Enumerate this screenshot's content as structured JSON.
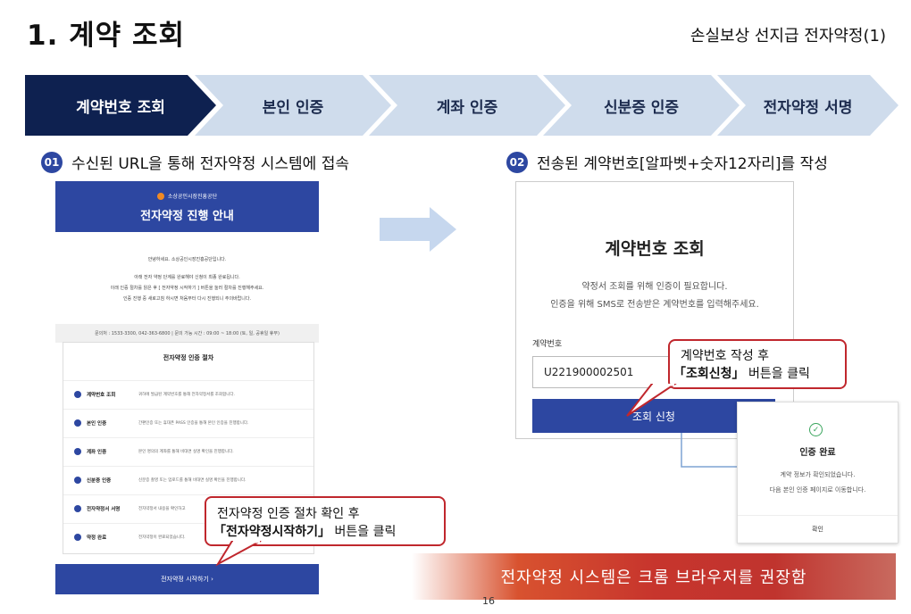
{
  "title": "1. 계약 조회",
  "subtitle": "손실보상 선지급 전자약정(1)",
  "steps": [
    "계약번호 조회",
    "본인 인증",
    "계좌 인증",
    "신분증 인증",
    "전자약정 서명"
  ],
  "section1": {
    "num": "01",
    "text": "수신된 URL을 통해 전자약정 시스템에 접속"
  },
  "section2": {
    "num": "02",
    "text": "전송된 계약번호[알파벳+숫자12자리]를 작성"
  },
  "left_mock": {
    "org": "소상공인시장진흥공단",
    "header_title": "전자약정 진행 안내",
    "greeting": "안녕하세요. 소상공인시장진흥공단입니다.",
    "line1": "아래 전자 약정 단계를 완료해야 신청이 최종 완료됩니다.",
    "line2": "이래 인증 절차를 읽은 후 [ 전자약정 시작하기 ] 버튼을 눌러 절차를 진행해주세요.",
    "line3": "인증 진행 중 새로고침 하시면 처음부터 다시 진행되니 주의바랍니다.",
    "contact": "문의처 : 1533-3300, 042-363-6800  |  문의 가능 시간 : 09:00 ~ 18:00 (토, 일, 공휴일 휴무)",
    "procedure_title": "전자약정 인증 절차",
    "procedure": [
      {
        "name": "계약번호 조회",
        "desc": "귀하에 발급된 계약번호를 통해 전자약정서를 조회합니다."
      },
      {
        "name": "본인 인증",
        "desc": "간편인증 또는 휴대폰 PASS 인증을 통해 본인 인증을 진행합니다."
      },
      {
        "name": "계좌 인증",
        "desc": "본인 명의의 계좌를 통해 비대면 실명 확인을 진행합니다."
      },
      {
        "name": "신분증 인증",
        "desc": "신분증 촬영 또는 업로드를 통해 비대면 실명 확인을 진행합니다."
      },
      {
        "name": "전자약정서 서명",
        "desc": "전자약정서 내용을 확인하고"
      },
      {
        "name": "약정 완료",
        "desc": "전자약정이 완료되었습니다."
      }
    ],
    "start_button": "전자약정 시작하기  ›"
  },
  "right_mock": {
    "title": "계약번호 조회",
    "desc1": "약정서 조회를 위해 인증이 필요합니다.",
    "desc2": "인증을 위해 SMS로 전송받은 계약번호를 입력해주세요.",
    "label": "계약번호",
    "input_value": "U221900002501",
    "button": "조회 신청"
  },
  "popup": {
    "title": "인증 완료",
    "msg1": "계약 정보가 확인되었습니다.",
    "msg2": "다음 본인 인증 페이지로 이동합니다.",
    "ok": "확인"
  },
  "callout_left": {
    "line1": "전자약정 인증 절차 확인 후",
    "bold": "「전자약정시작하기」",
    "rest": " 버튼을 클릭"
  },
  "callout_right": {
    "line1": "계약번호 작성 후",
    "bold": "「조회신청」",
    "rest": " 버튼을 클릭"
  },
  "banner": "전자약정 시스템은 크롬 브라우저를 권장함",
  "page_number": "16",
  "colors": {
    "navy": "#0e2150",
    "step_inactive": "#cfdcec",
    "brand_blue": "#2d47a1",
    "arrow": "#c6d7ee",
    "callout_red": "#c0272d"
  }
}
